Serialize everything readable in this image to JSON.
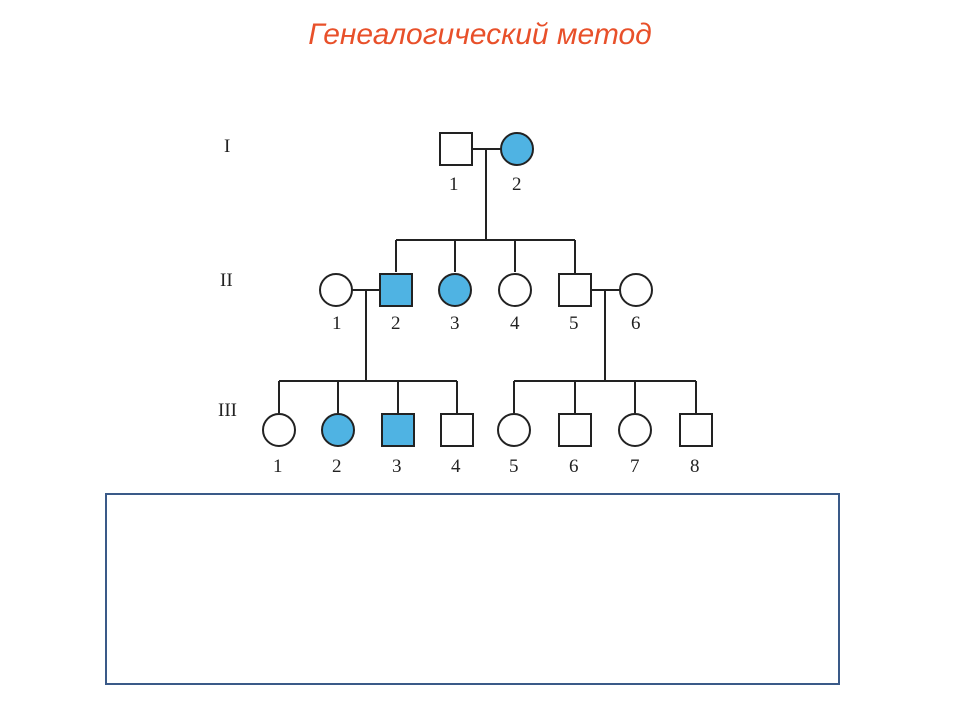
{
  "slide": {
    "title": "Генеалогический метод"
  },
  "pedigree": {
    "generations": [
      "I",
      "II",
      "III"
    ],
    "colors": {
      "affected_fill": "#4fb3e3",
      "unaffected_fill": "#ffffff",
      "stroke": "#222222"
    },
    "individuals": {
      "I-1": {
        "number": "1",
        "sex": "male",
        "affected": false
      },
      "I-2": {
        "number": "2",
        "sex": "female",
        "affected": true
      },
      "II-1": {
        "number": "1",
        "sex": "female",
        "affected": false
      },
      "II-2": {
        "number": "2",
        "sex": "male",
        "affected": true
      },
      "II-3": {
        "number": "3",
        "sex": "female",
        "affected": true
      },
      "II-4": {
        "number": "4",
        "sex": "female",
        "affected": false
      },
      "II-5": {
        "number": "5",
        "sex": "male",
        "affected": false
      },
      "II-6": {
        "number": "6",
        "sex": "female",
        "affected": false
      },
      "III-1": {
        "number": "1",
        "sex": "female",
        "affected": false
      },
      "III-2": {
        "number": "2",
        "sex": "female",
        "affected": true
      },
      "III-3": {
        "number": "3",
        "sex": "male",
        "affected": true
      },
      "III-4": {
        "number": "4",
        "sex": "male",
        "affected": false
      },
      "III-5": {
        "number": "5",
        "sex": "female",
        "affected": false
      },
      "III-6": {
        "number": "6",
        "sex": "male",
        "affected": false
      },
      "III-7": {
        "number": "7",
        "sex": "female",
        "affected": false
      },
      "III-8": {
        "number": "8",
        "sex": "male",
        "affected": false
      }
    },
    "answer_box": {
      "text": ""
    }
  }
}
